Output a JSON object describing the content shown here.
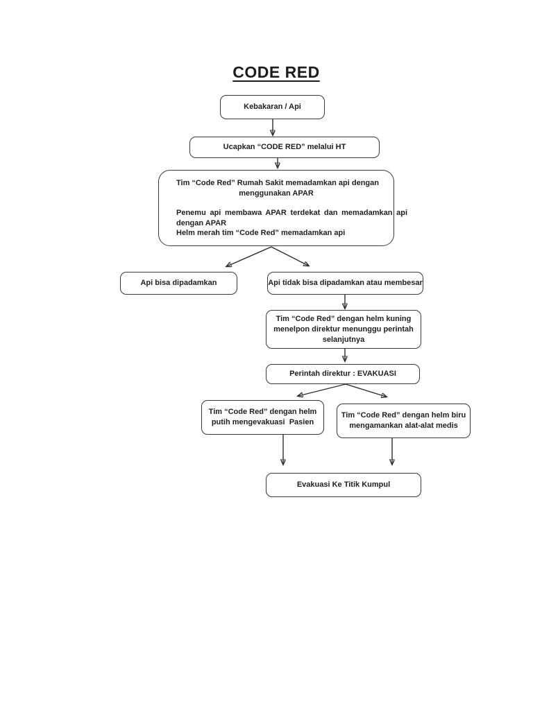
{
  "colors": {
    "background": "#ffffff",
    "box_border": "#383838",
    "text": "#1f1f1f",
    "arrow": "#2e2e2e"
  },
  "title": "CODE RED",
  "flowchart": {
    "nodes": {
      "start": {
        "label": "Kebakaran / Api"
      },
      "announce": {
        "label": "Ucapkan “CODE RED” melalui HT"
      },
      "extinguish": {
        "centered": [
          "Tim “Code Red” Rumah Sakit memadamkan api dengan",
          "menggunakan APAR"
        ],
        "left": [
          "Penemu api membawa APAR terdekat dan memadamkan api",
          "dengan APAR",
          "Helm merah tim “Code Red” memadamkan api"
        ]
      },
      "extinguished": {
        "label": "Api bisa dipadamkan"
      },
      "not_extinguished": {
        "label": "Api tidak bisa dipadamkan atau membesar"
      },
      "yellow_helmet": {
        "lines": [
          "Tim “Code Red” dengan helm kuning",
          "menelpon direktur menunggu perintah",
          "selanjutnya"
        ]
      },
      "director_order": {
        "label": "Perintah direktur : EVAKUASI"
      },
      "white_helmet": {
        "lines": [
          "Tim “Code Red” dengan helm",
          "putih mengevakuasi  Pasien"
        ]
      },
      "blue_helmet": {
        "lines": [
          "Tim “Code Red” dengan helm biru",
          "mengamankan alat-alat medis"
        ]
      },
      "assembly_point": {
        "label": "Evakuasi Ke Titik Kumpul"
      }
    }
  }
}
